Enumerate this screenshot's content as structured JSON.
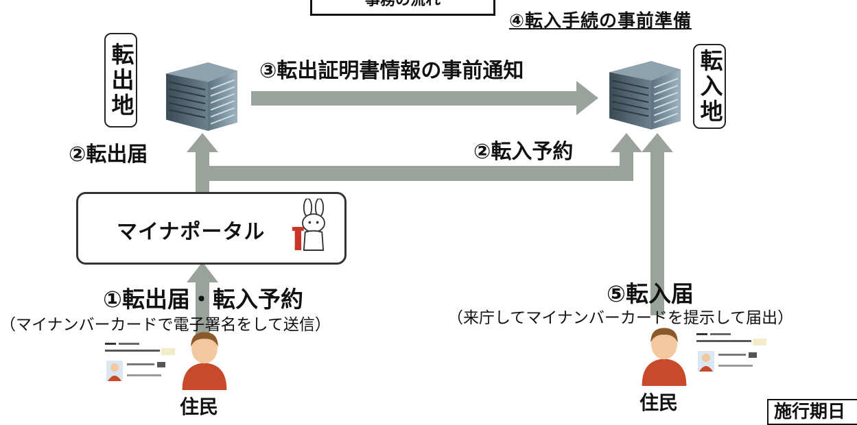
{
  "top_box": {
    "label": "事務の流れ"
  },
  "heading_prep": "④転入手続の事前準備",
  "move_out_box": "転出地",
  "move_in_box": "転入地",
  "arrow_notice": "③転出証明書情報の事前通知",
  "step_move_out": "②転出届",
  "step_move_in_reserve": "②転入予約",
  "portal": {
    "label": "マイナポータル"
  },
  "step1": {
    "title": "①転出届・転入予約",
    "note": "（マイナンバーカードで電子署名をして送信）"
  },
  "step5": {
    "title": "⑤転入届",
    "note": "（来庁してマイナンバーカードを提示して届出）"
  },
  "resident_left": "住民",
  "resident_right": "住民",
  "corner_box": "施行期日",
  "icons": {
    "building": "office-building-icon",
    "mascot": "mynaportal-mascot-icon",
    "person": "resident-person-icon",
    "card": "my-number-card-icon"
  },
  "colors": {
    "arrow": "#9aa39a",
    "building": "#6f8794",
    "person_body": "#c94a2a",
    "person_face": "#f3c7a0"
  }
}
